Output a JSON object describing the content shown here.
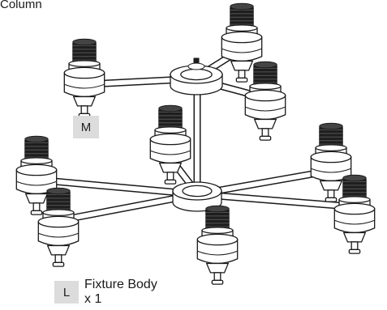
{
  "caption": {
    "top_label": "Column",
    "parts": [
      {
        "tag": "M"
      },
      {
        "tag": "L",
        "name": "Fixture Body",
        "quantity": "x 1"
      }
    ]
  },
  "colors": {
    "stroke": "#1a1a1a",
    "socket": "#1e1e1e",
    "fill": "#ffffff",
    "tag_background": "#dcdcdc"
  }
}
